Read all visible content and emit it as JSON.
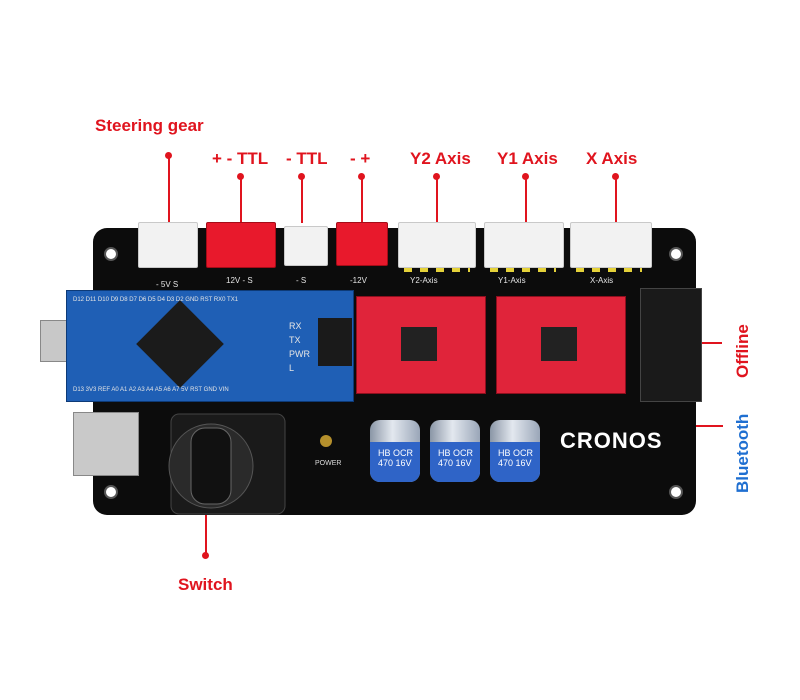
{
  "labels": {
    "steering_gear": "Steering gear",
    "ttl1": "+ - TTL",
    "ttl2": "- TTL",
    "plusminus": "- +",
    "y2": "Y2 Axis",
    "y1": "Y1 Axis",
    "x": "X Axis",
    "offline": "Offline",
    "bluetooth": "Bluetooth",
    "switch": "Switch"
  },
  "board": {
    "silk_5v": "- 5V  S",
    "silk_12v": "12V  -  S",
    "silk_s": "-  S",
    "silk_12v2": "-12V",
    "silk_y2": "Y2-Axis",
    "silk_y1": "Y1-Axis",
    "silk_x": "X-Axis",
    "logo": "CRONOS",
    "power": "POWER",
    "nano_rx": "RX",
    "nano_tx": "TX",
    "nano_pwr": "PWR",
    "nano_l": "L",
    "nano_top_pins": "D12 D11 D10 D9 D8 D7 D6 D5 D4 D3 D2 GND RST RX0 TX1",
    "nano_bottom_pins": "D13 3V3 REF A0 A1 A2 A3 A4 A5 A6 A7 5V RST GND VIN",
    "cap_text": "HB OCR 470 16V"
  },
  "colors": {
    "callout": "#e0141e",
    "bluetooth": "#1f6fd1",
    "board": "#0c0c0c",
    "nano": "#1f5fb5",
    "driver": "#e0243a"
  }
}
